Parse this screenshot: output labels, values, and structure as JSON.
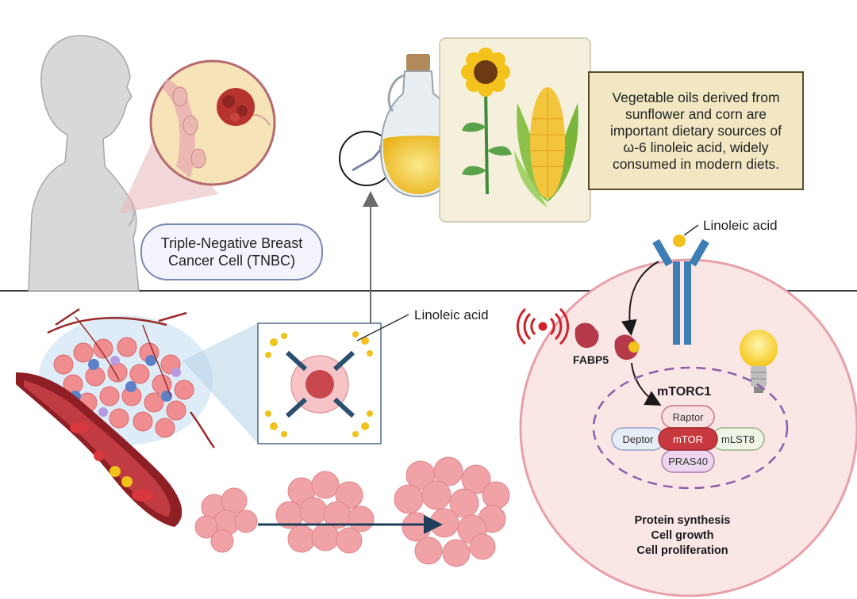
{
  "tnbc_label": "Triple-Negative Breast Cancer Cell (TNBC)",
  "info_text": "Vegetable oils derived from sunflower and corn are important dietary sources of ω-6 linoleic acid, widely consumed in modern diets.",
  "linoleic_acid_receptor_label": "Linoleic acid",
  "linoleic_acid_inset_label": "Linoleic acid",
  "fabp5_label": "FABP5",
  "mtorc1_label": "mTORC1",
  "complex": {
    "raptor": "Raptor",
    "deptor": "Deptor",
    "mtor": "mTOR",
    "mlst8": "mLST8",
    "pras40": "PRAS40"
  },
  "outcomes": [
    "Protein synthesis",
    "Cell growth",
    "Cell proliferation"
  ],
  "colors": {
    "cell_fill": "#fbe6e6",
    "cell_border": "#e8a0a8",
    "mtor": "#c8393f",
    "receptor": "#3d7fb5",
    "linoleic_acid": "#f2c21b",
    "dashed_membrane": "#8a5fa8",
    "info_box": "#f1e7c2",
    "tumor": "#b7332f"
  },
  "icons": [
    "woman-silhouette-icon",
    "breast-tumor-icon",
    "oil-bottle-icon",
    "sunflower-icon",
    "corn-icon",
    "fatty-acid-molecule-icon",
    "tumor-microenvironment-icon",
    "blood-vessel-icon",
    "signal-waves-icon",
    "lightbulb-icon",
    "cancer-cell-cluster-icon"
  ]
}
